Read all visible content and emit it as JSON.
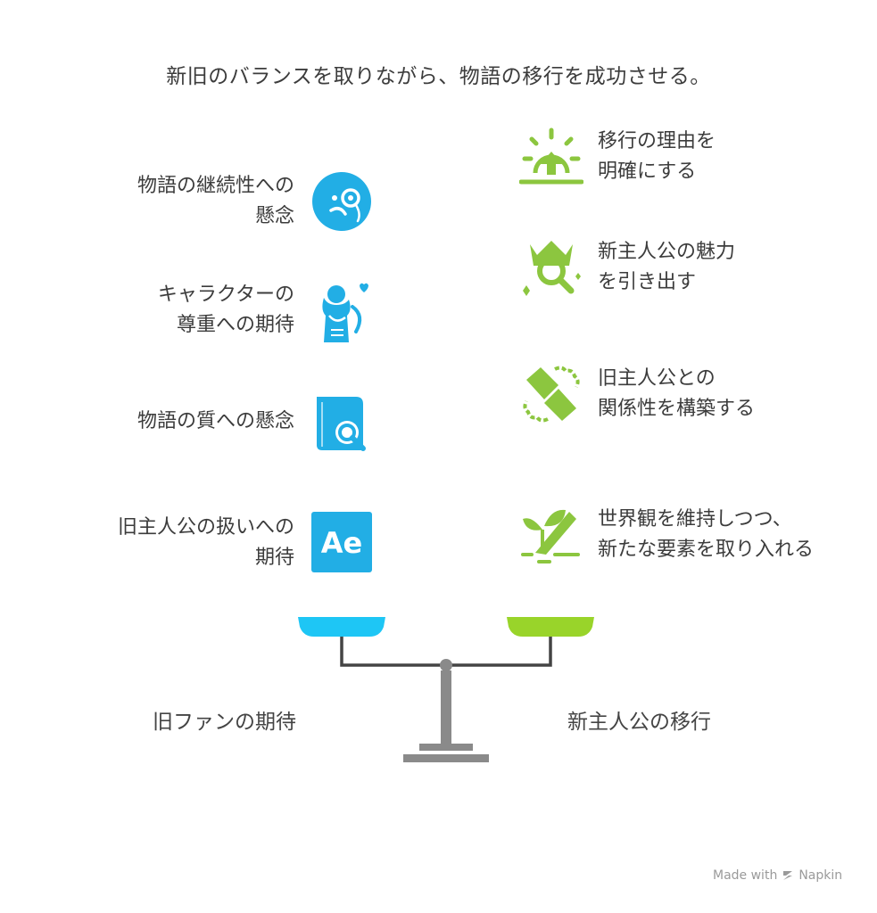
{
  "title": "新旧のバランスを取りながら、物語の移行を成功させる。",
  "colors": {
    "left_accent": "#22aee5",
    "right_accent": "#8cc63f",
    "left_pan": "#1ec6f5",
    "right_pan": "#99d42a",
    "scale_gray": "#8a8a8a"
  },
  "left": {
    "items": [
      {
        "lines": [
          "物語の継続性への",
          "懸念"
        ],
        "icon": "monocle-face-icon"
      },
      {
        "lines": [
          "キャラクターの",
          "尊重への期待"
        ],
        "icon": "woman-heart-icon"
      },
      {
        "lines": [
          "物語の質への懸念"
        ],
        "icon": "book-search-icon"
      },
      {
        "lines": [
          "旧主人公の扱いへの",
          "期待"
        ],
        "icon": "after-effects-icon"
      }
    ],
    "ae_text": "Ae",
    "footer": "旧ファンの期待"
  },
  "right": {
    "items": [
      {
        "lines": [
          "移行の理由を",
          "明確にする"
        ],
        "icon": "sunrise-arrow-icon"
      },
      {
        "lines": [
          "新主人公の魅力",
          "を引き出す"
        ],
        "icon": "crown-magnifier-icon"
      },
      {
        "lines": [
          "旧主人公との",
          "関係性を構築する"
        ],
        "icon": "handshake-puzzle-icon"
      },
      {
        "lines": [
          "世界観を維持しつつ、",
          "新たな要素を取り入れる"
        ],
        "icon": "sprout-growth-icon"
      }
    ],
    "footer": "新主人公の移行"
  },
  "credit": {
    "made_with": "Made with",
    "brand": "Napkin"
  }
}
